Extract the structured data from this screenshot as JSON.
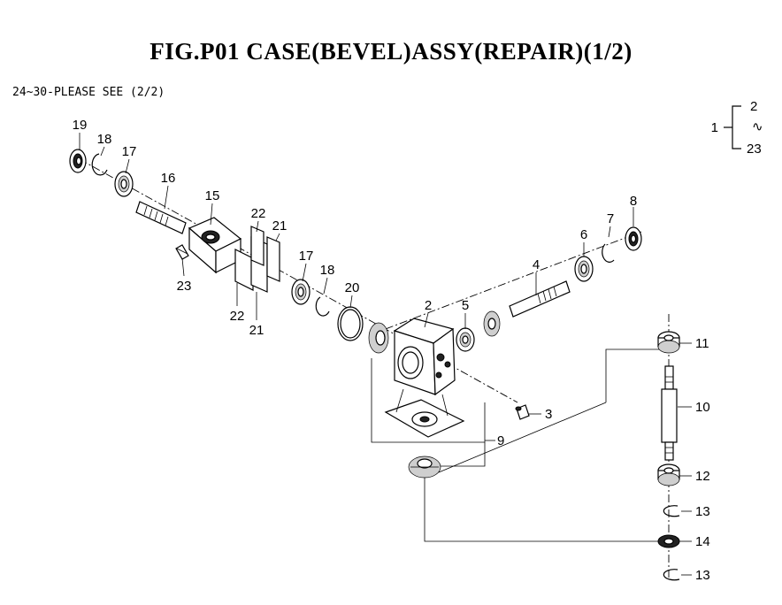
{
  "title": "FIG.P01  CASE(BEVEL)ASSY(REPAIR)(1/2)",
  "note": "24~30-PLEASE SEE (2/2)",
  "bracket": {
    "parent": "1",
    "first": "2",
    "range_symbol": "∿",
    "last": "23"
  },
  "callouts": [
    "19",
    "18",
    "17",
    "16",
    "15",
    "22",
    "21",
    "17",
    "18",
    "20",
    "23",
    "22",
    "21",
    "2",
    "5",
    "4",
    "6",
    "7",
    "8",
    "3",
    "9",
    "11",
    "10",
    "12",
    "13",
    "14",
    "13"
  ]
}
